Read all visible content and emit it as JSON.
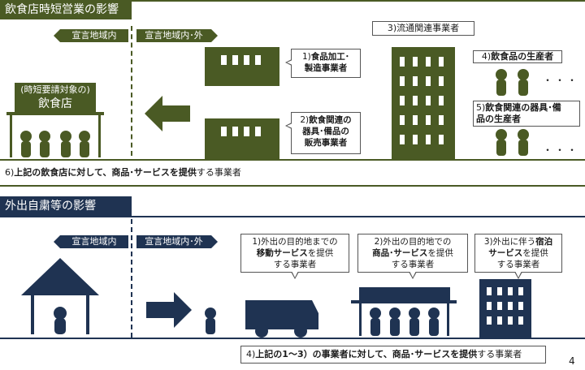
{
  "section1": {
    "title": "飲食店時短営業の影響",
    "tag_inside": "宣言地域内",
    "tag_inout": "宣言地域内･外",
    "restaurant_sub": "(時短要請対象の)",
    "restaurant_main": "飲食店",
    "food_processing": {
      "num": "1)",
      "line1": "食品加工･",
      "line2": "製造事業者"
    },
    "equipment_sales": {
      "num": "2)",
      "line1": "飲食関連の",
      "line2": "器具･備品の",
      "line3": "販売事業者"
    },
    "distribution": "3)流通関連事業者",
    "producers": {
      "num": "4)",
      "text": "飲食品の生産者"
    },
    "equipment_producers": {
      "num": "5)",
      "line1": "飲食関連の器具･備",
      "line2": "品の生産者"
    },
    "ellipsis": "・・・",
    "footer": {
      "num": "6)",
      "bold": "上記の飲食店に対して、商品･サービスを提供",
      "rest": "する事業者"
    },
    "color": "#4a5a24"
  },
  "section2": {
    "title": "外出自粛等の影響",
    "tag_inside": "宣言地域内",
    "tag_inout": "宣言地域内･外",
    "mobility": {
      "line1": "1)外出の目的地までの",
      "bold": "移動サービス",
      "line2b": "を提供",
      "line3": "する事業者"
    },
    "destination": {
      "line1": "2)外出の目的地での",
      "bold": "商品･サービス",
      "line2b": "を提供",
      "line3": "する事業者"
    },
    "lodging": {
      "line1a": "3)外出に伴う",
      "bold1": "宿泊",
      "bold2": "サービス",
      "line2b": "を提供",
      "line3": "する事業者"
    },
    "footer": {
      "num": "4)",
      "bold": "上記の1～3）の事業者に対して、商品･サービスを提供",
      "rest": "する事業者"
    },
    "color": "#1f3352"
  },
  "page_number": "4"
}
